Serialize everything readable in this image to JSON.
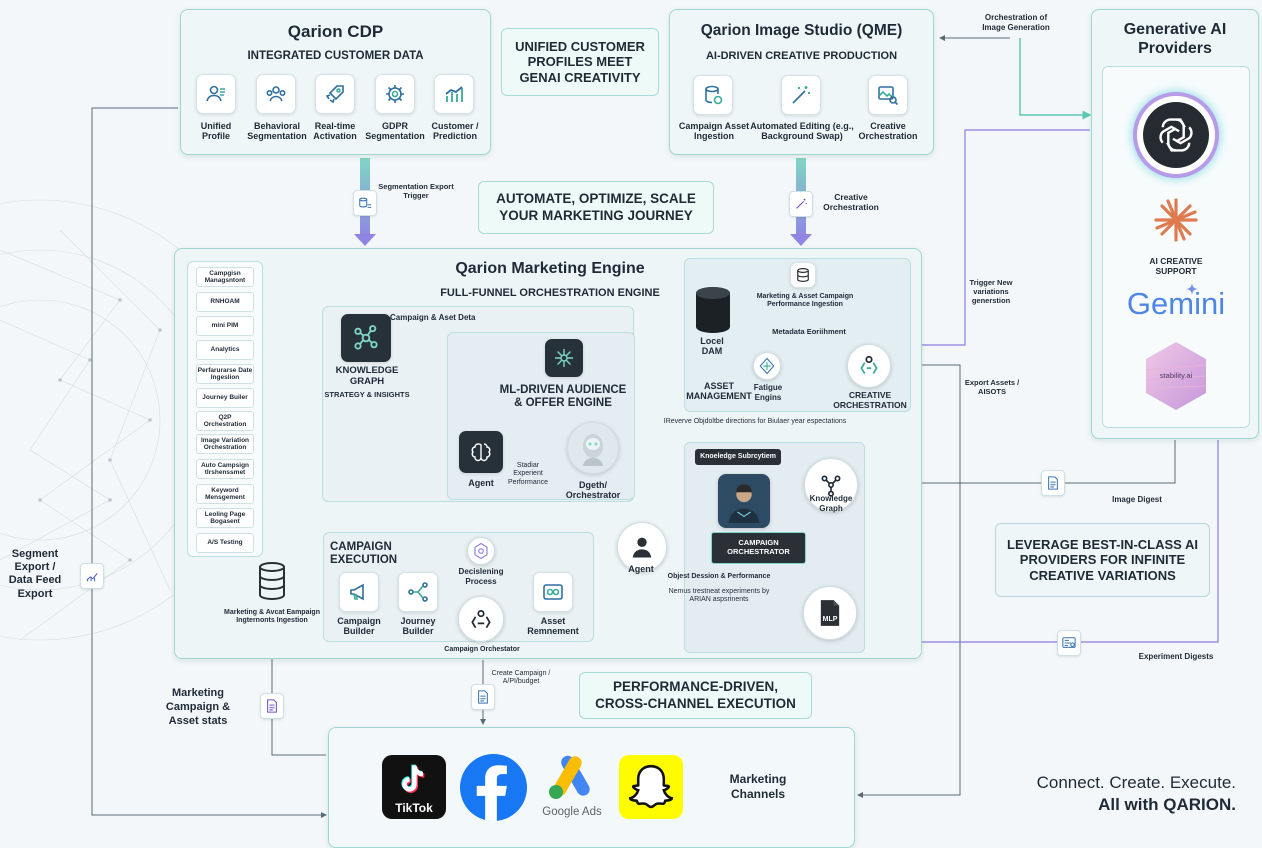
{
  "cdp": {
    "title": "Qarion CDP",
    "subtitle": "INTEGRATED CUSTOMER DATA",
    "items": [
      {
        "label": "Unified Profile",
        "icon": "user-profile-icon"
      },
      {
        "label": "Behavioral Segmentation",
        "icon": "user-group-icon"
      },
      {
        "label": "Real-time Activation",
        "icon": "rocket-icon"
      },
      {
        "label": "GDPR Segmentation",
        "icon": "gear-shield-icon"
      },
      {
        "label": "Customer / Prediction",
        "icon": "bar-chart-icon"
      }
    ]
  },
  "callouts": {
    "unified": "UNIFIED CUSTOMER PROFILES MEET GENAI CREATIVITY",
    "automate": "AUTOMATE, OPTIMIZE, SCALE YOUR MARKETING JOURNEY",
    "leverage": "LEVERAGE BEST-IN-CLASS AI PROVIDERS FOR INFINITE CREATIVE VARIATIONS",
    "performance": "PERFORMANCE-DRIVEN, CROSS-CHANNEL EXECUTION"
  },
  "qme": {
    "title": "Qarion Image Studio (QME)",
    "subtitle": "AI-DRIVEN CREATIVE PRODUCTION",
    "items": [
      {
        "label": "Campaign Asset Ingestion",
        "icon": "database-icon"
      },
      {
        "label": "Automated Editing (e.g., Background Swap)",
        "icon": "magic-wand-icon"
      },
      {
        "label": "Creative Orchestration",
        "icon": "image-search-icon"
      }
    ]
  },
  "providers": {
    "title": "Generative AI Providers",
    "ai_support": "AI CREATIVE SUPPORT",
    "gemini": "Gemini",
    "stability": "stability.ai"
  },
  "connector_labels": {
    "orch_image_gen": "Orchestration of Image Generation",
    "segmentation_export": "Segmentation Export Trigger",
    "creative_orch": "Creative Orchestration",
    "trigger_new": "Trigger New variations generstion",
    "export_assets": "Export Assets / AISOTS",
    "image_digest": "Image Digest",
    "experiment_digests": "Experiment Digests",
    "segment_export": "Segment Export / Data Feed Export",
    "marketing_stats": "Marketing Campaign & Asset stats",
    "create_campaign": "Create Campaign / A/PI/budget"
  },
  "engine": {
    "title": "Qarion Marketing Engine",
    "subtitle": "FULL-FUNNEL ORCHESTRATION ENGINE",
    "sidebar": [
      "Campgisn Managsntont",
      "RNHOAM",
      "mini PIM",
      "Analytics",
      "Perfarurarse Date Ingeslion",
      "Journey Builer",
      "Q2P Orchestration",
      "Image Variation Orchestration",
      "Auto Campsign tlrshenssmet",
      "Keyword Mensgement",
      "Leoling Page Bogasent",
      "A/S Testing"
    ],
    "campaign_asset_data": "Campaign & Aset Deta",
    "knowledge_graph": "KNOWLEDGE GRAPH",
    "strategy": "STRATEGY & INSIGHTS",
    "ml_engine": "ML-DRIVEN AUDIENCE & OFFER ENGINE",
    "agent": "Agent",
    "stadiar": "Stadiar Experient Performance",
    "depth_orch": "Dgeth/ Orchestrator",
    "local_dam": "Locel DAM",
    "mkt_perf_ingestion": "Marketing & Asset Campaign Performance Ingestion",
    "metadata": "Metadata Eoriihment",
    "asset_mgmt": "ASSET MANAGEMENT",
    "fatigue": "Fatigue Engins",
    "creative_orch": "CREATIVE ORCHESTRATION",
    "reverse_obj": "IReverve Objdoltbe directions for Biulaer year espectations",
    "knowledge_sub": "Knoeledge Subrcytiem",
    "kg_small": "Knowledge Graph",
    "campaign_orch": "CAMPAIGN ORCHESTRATOR",
    "object_design": "Objest Dession & Performance",
    "nemus": "Nemus trestneat experiments by ARIAN aspsrinents",
    "mlp": "MLP",
    "agent2": "Agent",
    "campaign_exec": "CAMPAIGN EXECUTION",
    "decisioning": "Decislening Process",
    "campaign_builder": "Campaign Builder",
    "journey_builder": "Journey Builder",
    "asset_remnement": "Asset Remnement",
    "campaign_orchestator": "Campaign Orchestator",
    "mkt_ingestion": "Marketing & Avcat Eampaign Ingternonts Ingestion"
  },
  "channels": {
    "tiktok": "TikTok",
    "google_ads": "Google Ads",
    "label": "Marketing Channels"
  },
  "tagline": {
    "line1": "Connect. Create. Execute.",
    "line2": "All with QARION."
  },
  "colors": {
    "teal": "#5cc8b4",
    "purple": "#8a7de0",
    "panel_border": "#9fd7d0",
    "tiktok_bg": "#111111",
    "facebook": "#1877f2",
    "snapchat": "#fffc00",
    "gemini": "#4f86e6"
  }
}
